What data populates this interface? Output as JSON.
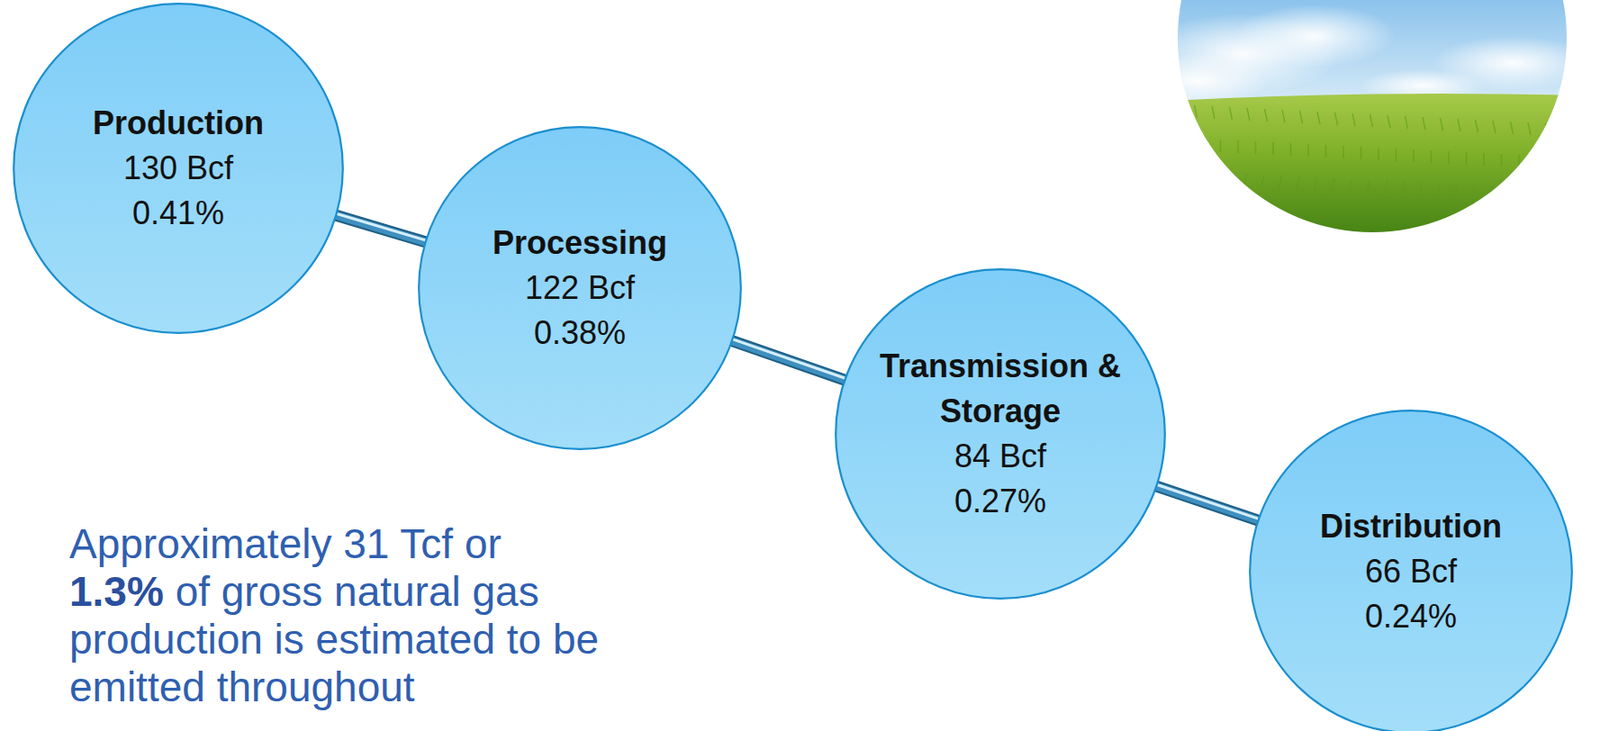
{
  "diagram": {
    "nodes": [
      {
        "text": [
          "Production",
          "130 Bcf",
          "0.41%"
        ]
      },
      {
        "text": [
          "Processing",
          "122 Bcf",
          "0.38%"
        ]
      },
      {
        "text": [
          "Transmission & Storage",
          "84 Bcf",
          "0.27%"
        ]
      },
      {
        "text": [
          "Distribution",
          "66 Bcf",
          "0.24%"
        ]
      }
    ],
    "edges": [
      {
        "from": 0,
        "to": 1,
        "arrow": "none"
      },
      {
        "from": 1,
        "to": 2,
        "arrow": "none"
      },
      {
        "from": 2,
        "to": 3,
        "arrow": "none"
      }
    ],
    "labels": [
      "Approximately 31 Tcf or",
      "1.3%",
      "of gross natural gas production is estimated to be emitted throughout"
    ]
  }
}
